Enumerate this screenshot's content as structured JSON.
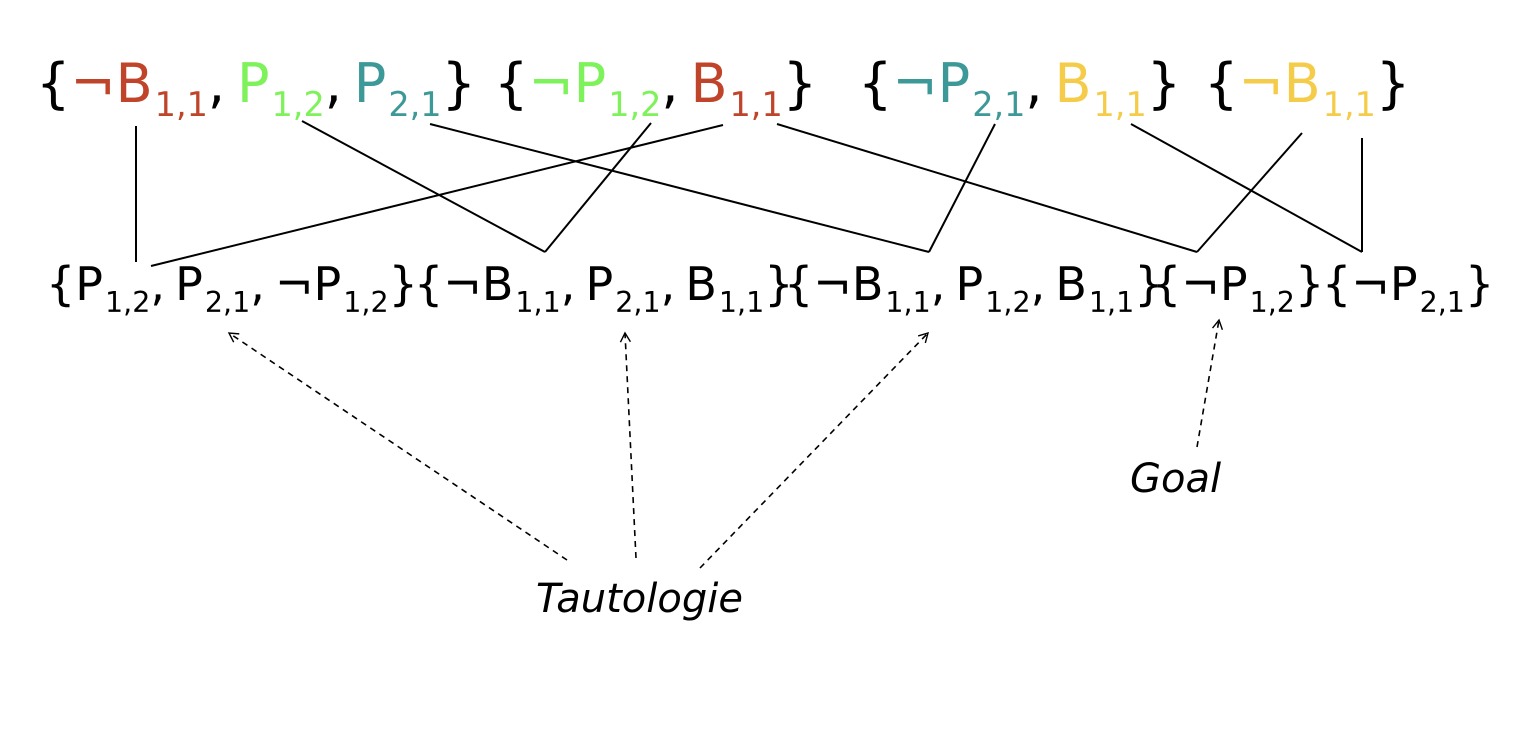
{
  "colors": {
    "B11": "#c0442a",
    "P12": "#7ef25a",
    "P21": "#3d9898",
    "B11_yellow": "#f5cc4a",
    "plain": "#000000"
  },
  "top_clauses": [
    {
      "id": "t1",
      "literals": [
        {
          "neg": "¬",
          "sym": "B",
          "sub": "1,1",
          "color": "#c0442a"
        },
        {
          "neg": "",
          "sym": "P",
          "sub": "1,2",
          "color": "#7ef25a"
        },
        {
          "neg": "",
          "sym": "P",
          "sub": "2,1",
          "color": "#3d9898"
        }
      ]
    },
    {
      "id": "t2",
      "literals": [
        {
          "neg": "¬",
          "sym": "P",
          "sub": "1,2",
          "color": "#7ef25a"
        },
        {
          "neg": "",
          "sym": "B",
          "sub": "1,1",
          "color": "#c0442a"
        }
      ]
    },
    {
      "id": "t3",
      "literals": [
        {
          "neg": "¬",
          "sym": "P",
          "sub": "2,1",
          "color": "#3d9898"
        },
        {
          "neg": "",
          "sym": "B",
          "sub": "1,1",
          "color": "#f5cc4a"
        }
      ]
    },
    {
      "id": "t4",
      "literals": [
        {
          "neg": "¬",
          "sym": "B",
          "sub": "1,1",
          "color": "#f5cc4a"
        }
      ]
    }
  ],
  "bottom_clauses": [
    {
      "id": "b1",
      "literals": [
        {
          "neg": "",
          "sym": "P",
          "sub": "1,2",
          "color": "#000000"
        },
        {
          "neg": "",
          "sym": "P",
          "sub": "2,1",
          "color": "#000000"
        },
        {
          "neg": "¬",
          "sym": "P",
          "sub": "1,2",
          "color": "#000000"
        }
      ]
    },
    {
      "id": "b2",
      "literals": [
        {
          "neg": "¬",
          "sym": "B",
          "sub": "1,1",
          "color": "#000000"
        },
        {
          "neg": "",
          "sym": "P",
          "sub": "2,1",
          "color": "#000000"
        },
        {
          "neg": "",
          "sym": "B",
          "sub": "1,1",
          "color": "#000000"
        }
      ]
    },
    {
      "id": "b3",
      "literals": [
        {
          "neg": "¬",
          "sym": "B",
          "sub": "1,1",
          "color": "#000000"
        },
        {
          "neg": "",
          "sym": "P",
          "sub": "1,2",
          "color": "#000000"
        },
        {
          "neg": "",
          "sym": "B",
          "sub": "1,1",
          "color": "#000000"
        }
      ]
    },
    {
      "id": "b4",
      "literals": [
        {
          "neg": "¬",
          "sym": "P",
          "sub": "1,2",
          "color": "#000000"
        }
      ]
    },
    {
      "id": "b5",
      "literals": [
        {
          "neg": "¬",
          "sym": "P",
          "sub": "2,1",
          "color": "#000000"
        }
      ]
    }
  ],
  "brace_open": "{",
  "brace_close": "}",
  "separator": ",",
  "labels": {
    "tautology": "Tautologie",
    "goal": "Goal"
  }
}
